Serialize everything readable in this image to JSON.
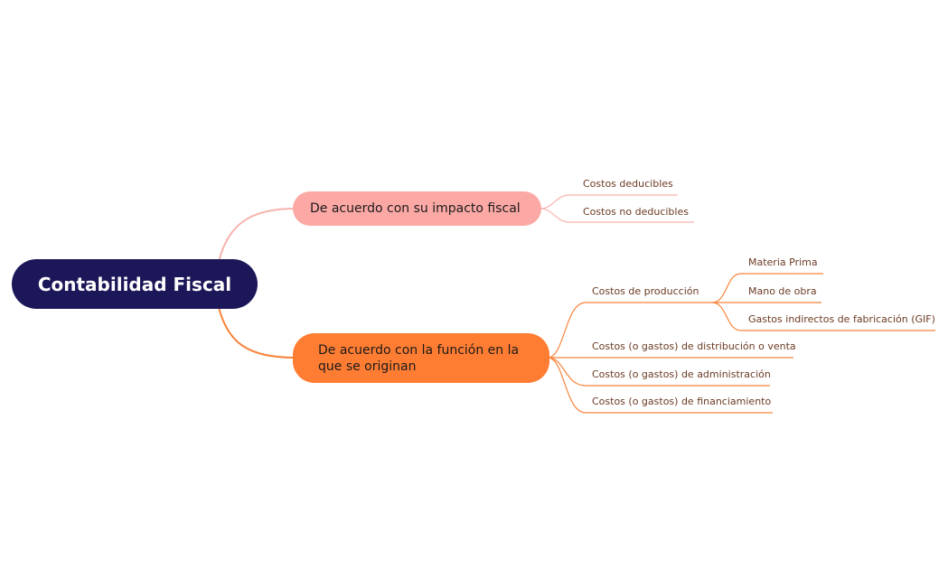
{
  "colors": {
    "root_fill": "#1c1759",
    "branch1_fill": "#fca9a6",
    "branch1_line": "#f7b3ae",
    "branch2_fill": "#ff7d33",
    "branch2_line": "#f7843c",
    "leaf_text": "#6b3b23"
  },
  "root": {
    "label": "Contabilidad Fiscal"
  },
  "branches": [
    {
      "label": "De acuerdo con su impacto fiscal",
      "children": [
        {
          "label": "Costos deducibles"
        },
        {
          "label": "Costos no deducibles"
        }
      ]
    },
    {
      "label": "De acuerdo con la función en la que se originan",
      "children": [
        {
          "label": "Costos de producción",
          "children": [
            {
              "label": "Materia Prima"
            },
            {
              "label": "Mano de obra"
            },
            {
              "label": "Gastos indirectos de fabricación (GIF)"
            }
          ]
        },
        {
          "label": "Costos (o gastos) de distribución o venta"
        },
        {
          "label": "Costos (o gastos) de administración"
        },
        {
          "label": "Costos (o gastos) de financiamiento"
        }
      ]
    }
  ]
}
